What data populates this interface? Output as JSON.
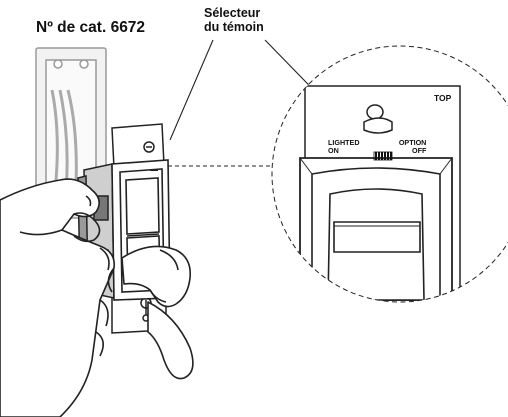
{
  "catalog": {
    "label": "Nº de cat. 6672"
  },
  "callout": {
    "line1": "Sélecteur",
    "line2": "du témoin"
  },
  "switch_plate": {
    "top_label": "TOP",
    "left_label_line1": "LIGHTED",
    "left_label_line2": "ON",
    "right_label_line1": "OPTION",
    "right_label_line2": "OFF"
  }
}
